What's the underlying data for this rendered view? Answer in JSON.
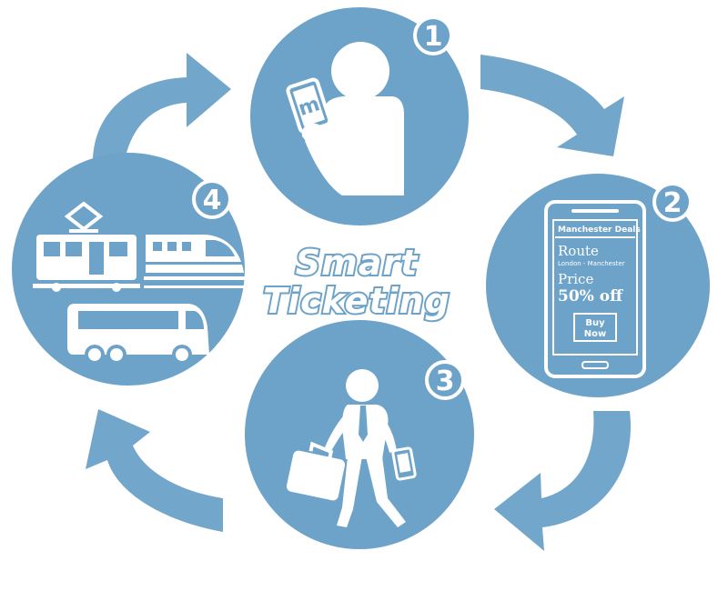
{
  "title": {
    "line1": "Smart",
    "line2": "Ticketing"
  },
  "colors": {
    "circle": "#6ea3c9",
    "arrow": "#73a6cb",
    "badge": "#6ea3c9",
    "icon": "#ffffff"
  },
  "steps": [
    {
      "number": "1",
      "icon": "person-tapping-phone-icon"
    },
    {
      "number": "2",
      "icon": "smartphone-deal-icon"
    },
    {
      "number": "3",
      "icon": "walking-businessman-icon"
    },
    {
      "number": "4",
      "icon": "transport-vehicles-icon"
    }
  ],
  "phone": {
    "header": "Manchester Deals",
    "route_label": "Route",
    "route_value": "London - Manchester",
    "price_label": "Price",
    "price_value": "50% off",
    "button_line1": "Buy",
    "button_line2": "Now"
  },
  "phone_logo": "m"
}
